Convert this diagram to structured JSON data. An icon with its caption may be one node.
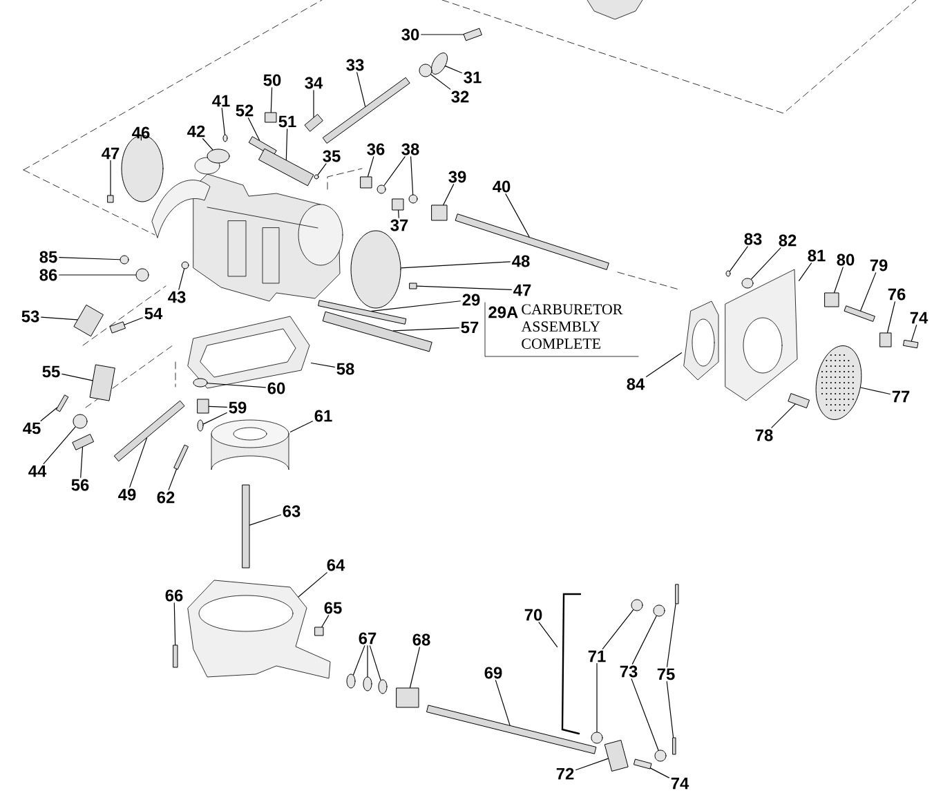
{
  "diagram": {
    "nodes": [
      {
        "text": [
          "30"
        ]
      },
      {
        "text": [
          "31"
        ]
      },
      {
        "text": [
          "33"
        ]
      },
      {
        "text": [
          "32"
        ]
      },
      {
        "text": [
          "50"
        ]
      },
      {
        "text": [
          "34"
        ]
      },
      {
        "text": [
          "41"
        ]
      },
      {
        "text": [
          "52"
        ]
      },
      {
        "text": [
          "51"
        ]
      },
      {
        "text": [
          "42"
        ]
      },
      {
        "text": [
          "46"
        ]
      },
      {
        "text": [
          "36"
        ]
      },
      {
        "text": [
          "38"
        ]
      },
      {
        "text": [
          "35"
        ]
      },
      {
        "text": [
          "47"
        ]
      },
      {
        "text": [
          "39"
        ]
      },
      {
        "text": [
          "40"
        ]
      },
      {
        "text": [
          "37"
        ]
      },
      {
        "text": [
          "83"
        ]
      },
      {
        "text": [
          "82"
        ]
      },
      {
        "text": [
          "81"
        ]
      },
      {
        "text": [
          "85"
        ]
      },
      {
        "text": [
          "80"
        ]
      },
      {
        "text": [
          "48"
        ]
      },
      {
        "text": [
          "79"
        ]
      },
      {
        "text": [
          "86"
        ]
      },
      {
        "text": [
          "47"
        ]
      },
      {
        "text": [
          "76"
        ]
      },
      {
        "text": [
          "43"
        ]
      },
      {
        "text": [
          "29"
        ]
      },
      {
        "text": [
          "53"
        ]
      },
      {
        "text": [
          "54"
        ]
      },
      {
        "text": [
          "74"
        ]
      },
      {
        "text": [
          "57"
        ]
      },
      {
        "text": [
          "58"
        ]
      },
      {
        "text": [
          "55"
        ]
      },
      {
        "text": [
          "84"
        ]
      },
      {
        "text": [
          "60"
        ]
      },
      {
        "text": [
          "77"
        ]
      },
      {
        "text": [
          "59"
        ]
      },
      {
        "text": [
          "61"
        ]
      },
      {
        "text": [
          "45"
        ]
      },
      {
        "text": [
          "78"
        ]
      },
      {
        "text": [
          "44"
        ]
      },
      {
        "text": [
          "56"
        ]
      },
      {
        "text": [
          "49"
        ]
      },
      {
        "text": [
          "62"
        ]
      },
      {
        "text": [
          "63"
        ]
      },
      {
        "text": [
          "64"
        ]
      },
      {
        "text": [
          "66"
        ]
      },
      {
        "text": [
          "65"
        ]
      },
      {
        "text": [
          "70"
        ]
      },
      {
        "text": [
          "67"
        ]
      },
      {
        "text": [
          "68"
        ]
      },
      {
        "text": [
          "71"
        ]
      },
      {
        "text": [
          "73"
        ]
      },
      {
        "text": [
          "75"
        ]
      },
      {
        "text": [
          "69"
        ]
      },
      {
        "text": [
          "72"
        ]
      },
      {
        "text": [
          "74"
        ]
      },
      {
        "text": [],
        "shape": "box"
      },
      {
        "text": [],
        "shape": "circle"
      },
      {
        "text": [],
        "shape": "bar"
      },
      {
        "text": [],
        "shape": "circle"
      },
      {
        "text": [],
        "shape": "box"
      },
      {
        "text": [],
        "shape": "bar"
      },
      {
        "text": [],
        "shape": "circle"
      },
      {
        "text": [],
        "shape": "bar"
      },
      {
        "text": [],
        "shape": "bar"
      },
      {
        "text": [],
        "shape": "circle"
      },
      {
        "text": [],
        "shape": "circle"
      },
      {
        "text": [],
        "shape": "box"
      },
      {
        "text": [],
        "shape": "circle"
      },
      {
        "text": [],
        "shape": "circle"
      },
      {
        "text": [],
        "shape": "circle"
      },
      {
        "text": [],
        "shape": "box"
      },
      {
        "text": [],
        "shape": "box"
      },
      {
        "text": [],
        "shape": "bar"
      },
      {
        "text": [],
        "shape": "box"
      },
      {
        "text": [],
        "shape": "circle"
      },
      {
        "text": [],
        "shape": "circle"
      },
      {
        "text": [],
        "shape": "picture"
      },
      {
        "text": [],
        "shape": "circle"
      },
      {
        "text": [],
        "shape": "box"
      },
      {
        "text": [],
        "shape": "circle"
      },
      {
        "text": [],
        "shape": "bar"
      },
      {
        "text": [],
        "shape": "circle"
      },
      {
        "text": [],
        "shape": "box"
      },
      {
        "text": [],
        "shape": "box"
      },
      {
        "text": [],
        "shape": "circle"
      },
      {
        "text": [],
        "shape": "bar"
      },
      {
        "text": [],
        "shape": "box"
      },
      {
        "text": [],
        "shape": "box"
      },
      {
        "text": [],
        "shape": "box"
      },
      {
        "text": [],
        "shape": "bar"
      },
      {
        "text": [],
        "shape": "picture"
      },
      {
        "text": [],
        "shape": "box"
      },
      {
        "text": [],
        "shape": "picture"
      },
      {
        "text": [],
        "shape": "circle"
      },
      {
        "text": [],
        "shape": "circle"
      },
      {
        "text": [],
        "shape": "box"
      },
      {
        "text": [],
        "shape": "circle"
      },
      {
        "text": [],
        "shape": "picture"
      },
      {
        "text": [],
        "shape": "bar"
      },
      {
        "text": [],
        "shape": "box"
      },
      {
        "text": [],
        "shape": "circle"
      },
      {
        "text": [],
        "shape": "bar"
      },
      {
        "text": [],
        "shape": "bar"
      },
      {
        "text": [],
        "shape": "bar"
      },
      {
        "text": [],
        "shape": "bar"
      },
      {
        "text": [],
        "shape": "picture"
      },
      {
        "text": [],
        "shape": "bar"
      },
      {
        "text": [],
        "shape": "box"
      },
      {
        "text": [],
        "shape": "picture"
      },
      {
        "text": [],
        "shape": "circle"
      },
      {
        "text": [],
        "shape": "circle"
      },
      {
        "text": [],
        "shape": "circle"
      },
      {
        "text": [],
        "shape": "box"
      },
      {
        "text": [],
        "shape": "circle"
      },
      {
        "text": [],
        "shape": "circle"
      },
      {
        "text": [],
        "shape": "circle"
      },
      {
        "text": [],
        "shape": "circle"
      },
      {
        "text": [],
        "shape": "bar"
      },
      {
        "text": [],
        "shape": "bar"
      },
      {
        "text": [],
        "shape": "bar"
      },
      {
        "text": [],
        "shape": "box"
      },
      {
        "text": [],
        "shape": "box"
      }
    ],
    "edges": [
      {
        "from": 0,
        "to": 60,
        "arrow": "none"
      },
      {
        "from": 1,
        "to": 61,
        "arrow": "none"
      },
      {
        "from": 2,
        "to": 62,
        "arrow": "none"
      },
      {
        "from": 3,
        "to": 63,
        "arrow": "none"
      },
      {
        "from": 4,
        "to": 64,
        "arrow": "none"
      },
      {
        "from": 5,
        "to": 65,
        "arrow": "none"
      },
      {
        "from": 6,
        "to": 66,
        "arrow": "none"
      },
      {
        "from": 7,
        "to": 67,
        "arrow": "none"
      },
      {
        "from": 8,
        "to": 68,
        "arrow": "none"
      },
      {
        "from": 9,
        "to": 69,
        "arrow": "none"
      },
      {
        "from": 10,
        "to": 70,
        "arrow": "none"
      },
      {
        "from": 11,
        "to": 71,
        "arrow": "none"
      },
      {
        "from": 12,
        "to": 72,
        "arrow": "none"
      },
      {
        "from": 12,
        "to": 73,
        "arrow": "none"
      },
      {
        "from": 13,
        "to": 74,
        "arrow": "none"
      },
      {
        "from": 14,
        "to": 75,
        "arrow": "none"
      },
      {
        "from": 15,
        "to": 76,
        "arrow": "none"
      },
      {
        "from": 16,
        "to": 77,
        "arrow": "none"
      },
      {
        "from": 17,
        "to": 78,
        "arrow": "none"
      },
      {
        "from": 18,
        "to": 79,
        "arrow": "none"
      },
      {
        "from": 19,
        "to": 80,
        "arrow": "none"
      },
      {
        "from": 20,
        "to": 81,
        "arrow": "none"
      },
      {
        "from": 21,
        "to": 82,
        "arrow": "none"
      },
      {
        "from": 22,
        "to": 83,
        "arrow": "none"
      },
      {
        "from": 23,
        "to": 84,
        "arrow": "none"
      },
      {
        "from": 24,
        "to": 85,
        "arrow": "none"
      },
      {
        "from": 25,
        "to": 86,
        "arrow": "none"
      },
      {
        "from": 26,
        "to": 87,
        "arrow": "none"
      },
      {
        "from": 27,
        "to": 88,
        "arrow": "none"
      },
      {
        "from": 28,
        "to": 89,
        "arrow": "none"
      },
      {
        "from": 29,
        "to": 90,
        "arrow": "none"
      },
      {
        "from": 30,
        "to": 91,
        "arrow": "none"
      },
      {
        "from": 31,
        "to": 92,
        "arrow": "none"
      },
      {
        "from": 32,
        "to": 93,
        "arrow": "none"
      },
      {
        "from": 33,
        "to": 94,
        "arrow": "none"
      },
      {
        "from": 34,
        "to": 95,
        "arrow": "none"
      },
      {
        "from": 35,
        "to": 96,
        "arrow": "none"
      },
      {
        "from": 36,
        "to": 97,
        "arrow": "none"
      },
      {
        "from": 37,
        "to": 98,
        "arrow": "none"
      },
      {
        "from": 38,
        "to": 99,
        "arrow": "none"
      },
      {
        "from": 39,
        "to": 100,
        "arrow": "none"
      },
      {
        "from": 39,
        "to": 101,
        "arrow": "none"
      },
      {
        "from": 40,
        "to": 102,
        "arrow": "none"
      },
      {
        "from": 41,
        "to": 103,
        "arrow": "none"
      },
      {
        "from": 42,
        "to": 104,
        "arrow": "none"
      },
      {
        "from": 43,
        "to": 105,
        "arrow": "none"
      },
      {
        "from": 44,
        "to": 106,
        "arrow": "none"
      },
      {
        "from": 45,
        "to": 107,
        "arrow": "none"
      },
      {
        "from": 46,
        "to": 108,
        "arrow": "none"
      },
      {
        "from": 47,
        "to": 109,
        "arrow": "none"
      },
      {
        "from": 48,
        "to": 110,
        "arrow": "none"
      },
      {
        "from": 49,
        "to": 111,
        "arrow": "none"
      },
      {
        "from": 50,
        "to": 112,
        "arrow": "none"
      },
      {
        "from": 51,
        "to": 113,
        "arrow": "none"
      },
      {
        "from": 52,
        "to": 114,
        "arrow": "none"
      },
      {
        "from": 52,
        "to": 115,
        "arrow": "none"
      },
      {
        "from": 52,
        "to": 116,
        "arrow": "none"
      },
      {
        "from": 53,
        "to": 117,
        "arrow": "none"
      },
      {
        "from": 54,
        "to": 118,
        "arrow": "none"
      },
      {
        "from": 54,
        "to": 119,
        "arrow": "none"
      },
      {
        "from": 55,
        "to": 120,
        "arrow": "none"
      },
      {
        "from": 55,
        "to": 121,
        "arrow": "none"
      },
      {
        "from": 56,
        "to": 122,
        "arrow": "none"
      },
      {
        "from": 56,
        "to": 123,
        "arrow": "none"
      },
      {
        "from": 57,
        "to": 124,
        "arrow": "none"
      },
      {
        "from": 58,
        "to": 125,
        "arrow": "none"
      },
      {
        "from": 59,
        "to": 126,
        "arrow": "none"
      }
    ],
    "labels": [
      "29A",
      "CARBURETOR ASSEMBLY COMPLETE"
    ]
  }
}
